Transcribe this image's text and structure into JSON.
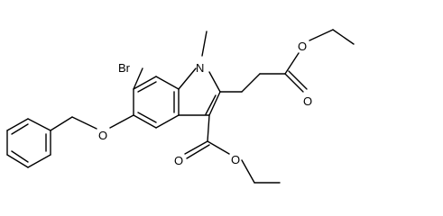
{
  "structure": {
    "atoms": {
      "br": "Br",
      "n": "N",
      "o_ether": "O",
      "o_ester_bottom_carbonyl": "O",
      "o_ester_bottom_alkoxy": "O",
      "o_ester_top_carbonyl": "O",
      "o_ester_top_alkoxy": "O"
    }
  }
}
